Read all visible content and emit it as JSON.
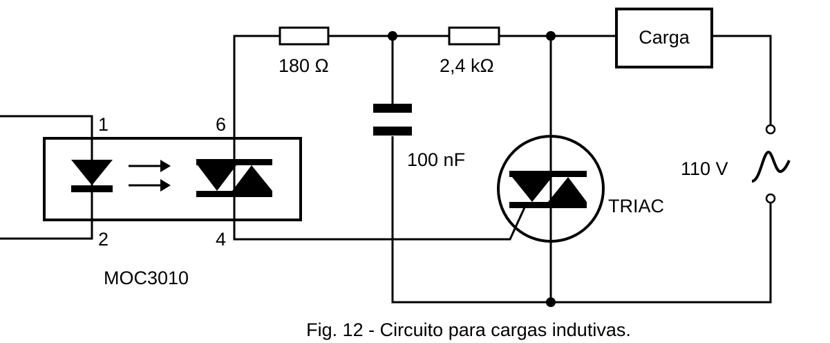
{
  "labels": {
    "r1": "180 Ω",
    "r2": "2,4 kΩ",
    "cap": "100 nF",
    "load": "Carga",
    "voltage": "110 V",
    "triac": "TRIAC",
    "ic": "MOC3010",
    "pin1": "1",
    "pin2": "2",
    "pin4": "4",
    "pin6": "6"
  },
  "caption": "Fig. 12 - Circuito para cargas indutivas."
}
